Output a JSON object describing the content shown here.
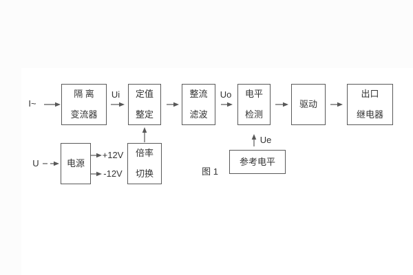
{
  "diagram": {
    "caption": "图 1",
    "blocks": {
      "isolation": {
        "line1": "隔 离",
        "line2": "变流器"
      },
      "setting": {
        "line1": "定值",
        "line2": "整定"
      },
      "rectify": {
        "line1": "整流",
        "line2": "滤波"
      },
      "level": {
        "line1": "电平",
        "line2": "检测"
      },
      "drive": {
        "line1": "驱动"
      },
      "relay": {
        "line1": "出口",
        "line2": "继电器"
      },
      "power": {
        "line1": "电源"
      },
      "ratio": {
        "line1": "倍率",
        "line2": "切换"
      },
      "reference": {
        "line1": "参考电平"
      }
    },
    "signals": {
      "input_current": "I~",
      "ui": "Ui",
      "uo": "Uo",
      "input_voltage": "U",
      "rail_pos": "+12V",
      "rail_neg": "-12V",
      "ue": "Ue"
    },
    "colors": {
      "background": "#fcfcfc",
      "panel": "#ffffff",
      "line": "#585858",
      "text": "#333333"
    }
  }
}
